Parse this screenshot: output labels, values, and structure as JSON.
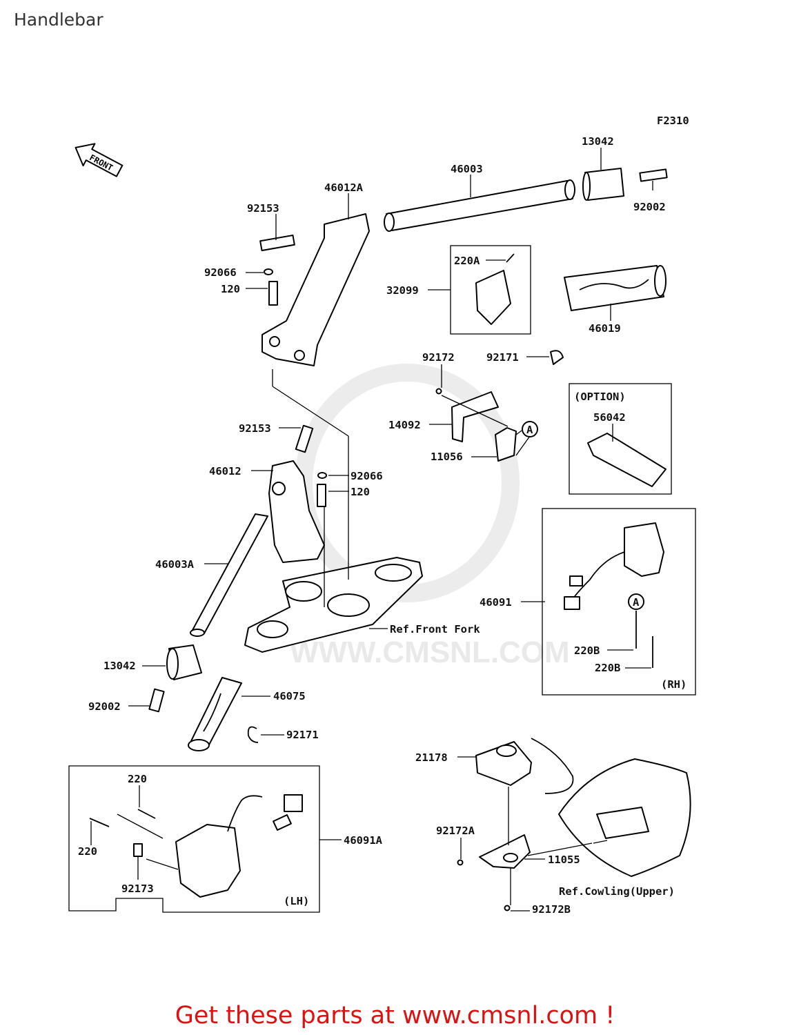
{
  "title": "Handlebar",
  "figure_code": "F2310",
  "front_marker": "FRONT",
  "watermark": "WWW.CMSNL.COM",
  "labels": {
    "p13042_top": "13042",
    "p46003": "46003",
    "p46012A": "46012A",
    "p92153_top": "92153",
    "p92002_top": "92002",
    "p92066_top": "92066",
    "p120_top": "120",
    "p220A": "220A",
    "p32099": "32099",
    "p46019": "46019",
    "p92172": "92172",
    "p92171_top": "92171",
    "option": "(OPTION)",
    "p56042": "56042",
    "p14092": "14092",
    "p11056": "11056",
    "circleA1": "A",
    "p92153_mid": "92153",
    "p46012": "46012",
    "p92066_mid": "92066",
    "p120_mid": "120",
    "p46003A": "46003A",
    "p46091": "46091",
    "circleA2": "A",
    "ref_front_fork": "Ref.Front Fork",
    "p220B_1": "220B",
    "p220B_2": "220B",
    "rh": "(RH)",
    "p13042_bot": "13042",
    "p46075": "46075",
    "p92002_bot": "92002",
    "p92171_bot": "92171",
    "p21178": "21178",
    "p220_top": "220",
    "p220_left": "220",
    "p46091A": "46091A",
    "p92172A": "92172A",
    "p11055": "11055",
    "p92173": "92173",
    "lh": "(LH)",
    "ref_cowling": "Ref.Cowling(Upper)",
    "p92172B": "92172B"
  },
  "footer": "Get these parts at www.cmsnl.com !"
}
